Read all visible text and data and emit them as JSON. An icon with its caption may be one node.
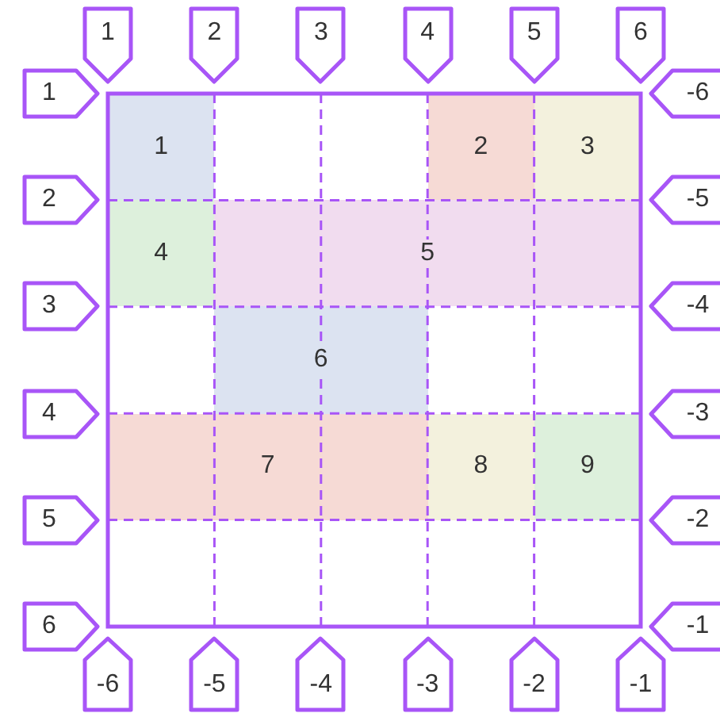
{
  "diagram": {
    "nodes": [
      {
        "text": [
          "1"
        ]
      },
      {
        "text": [
          "2"
        ]
      },
      {
        "text": [
          "3"
        ]
      },
      {
        "text": [
          "4"
        ]
      },
      {
        "text": [
          "5"
        ]
      },
      {
        "text": [
          "6"
        ]
      },
      {
        "text": [
          "1"
        ]
      },
      {
        "text": [
          "-6"
        ]
      },
      {
        "text": [
          "1"
        ]
      },
      {
        "text": [
          "2"
        ]
      },
      {
        "text": [
          "3"
        ]
      },
      {
        "text": [
          "2"
        ]
      },
      {
        "text": [
          "-5"
        ]
      },
      {
        "text": [
          "4"
        ]
      },
      {
        "text": [
          "5"
        ]
      },
      {
        "text": [
          "3"
        ]
      },
      {
        "text": [
          "-4"
        ]
      },
      {
        "text": [
          "6"
        ]
      },
      {
        "text": [
          "4"
        ]
      },
      {
        "text": [
          "-3"
        ]
      },
      {
        "text": [
          "7"
        ]
      },
      {
        "text": [
          "8"
        ]
      },
      {
        "text": [
          "9"
        ]
      },
      {
        "text": [
          "5"
        ]
      },
      {
        "text": [
          "-2"
        ]
      },
      {
        "text": [
          "6"
        ]
      },
      {
        "text": [
          "-1"
        ]
      },
      {
        "text": [
          "-6"
        ]
      },
      {
        "text": [
          "-5"
        ]
      },
      {
        "text": [
          "-4"
        ]
      },
      {
        "text": [
          "-3"
        ]
      },
      {
        "text": [
          "-2"
        ]
      },
      {
        "text": [
          "-1"
        ]
      }
    ]
  }
}
